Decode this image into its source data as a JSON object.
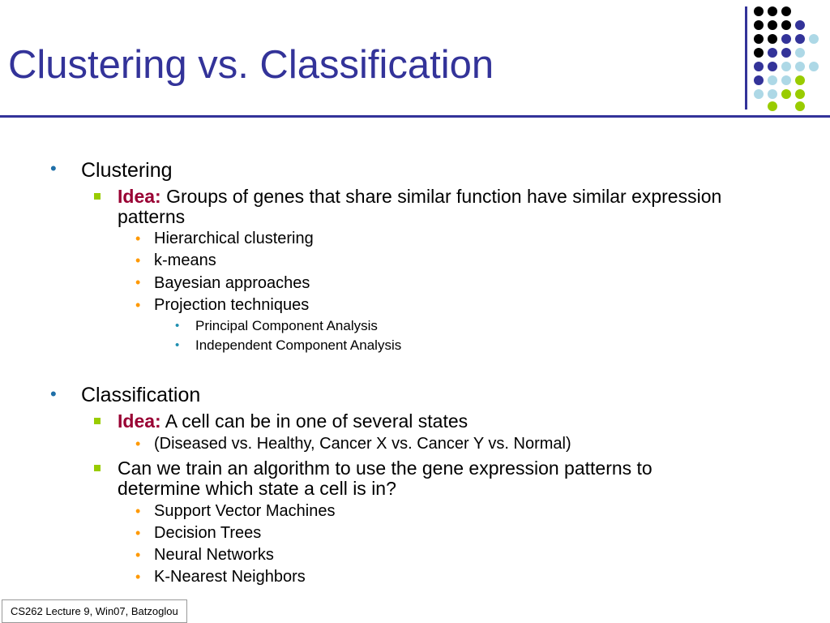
{
  "slide": {
    "title": "Clustering vs. Classification",
    "footer": "CS262 Lecture 9, Win07, Batzoglou"
  },
  "colors": {
    "title": "#333399",
    "idea_label": "#990033",
    "level1_bullet": "#1f6fa8",
    "level2_bullet": "#99cc00",
    "level3_bullet": "#ff9900",
    "level4_bullet": "#1f8fb0",
    "dot_black": "#000000",
    "dot_purple": "#333399",
    "dot_light_blue": "#add8e6",
    "dot_green": "#99cc00"
  },
  "clustering": {
    "heading": "Clustering",
    "idea_label": "Idea:",
    "idea_text_line1": " Groups of genes that share similar function have similar expression",
    "idea_text_line2": "patterns",
    "methods": {
      "hierarchical": "Hierarchical clustering",
      "kmeans": "k-means",
      "bayesian": "Bayesian approaches",
      "projection": "Projection techniques"
    },
    "projection_methods": {
      "pca": "Principal Component Analysis",
      "ica": "Independent Component Analysis"
    }
  },
  "classification": {
    "heading": "Classification",
    "idea_label": "Idea:",
    "idea_text": " A cell can be in one of several states",
    "states_example": "(Diseased vs. Healthy, Cancer X vs. Cancer Y vs. Normal)",
    "question_line1": "Can we train an algorithm to use the gene expression patterns to",
    "question_line2": "determine which state a cell is in?",
    "methods": {
      "svm": "Support Vector Machines",
      "trees": "Decision Trees",
      "nn": "Neural Networks",
      "knn": "K-Nearest Neighbors"
    }
  }
}
